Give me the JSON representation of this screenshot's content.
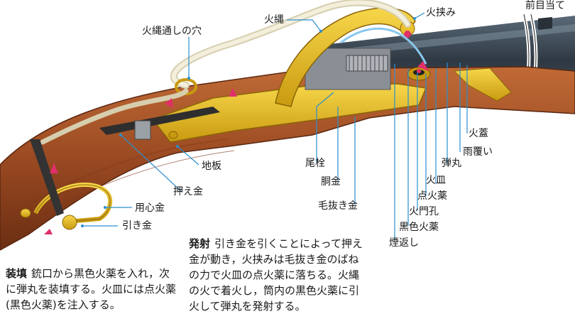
{
  "labels": {
    "hinawa": "火縄",
    "hibasami": "火挟み",
    "maemeate": "前目当て",
    "hinawa_toshi_ana": "火縄通しの穴",
    "hibuta": "火蓋",
    "amaooi": "雨覆い",
    "dangan": "弾丸",
    "hizara": "火皿",
    "tenka_yaku": "点火薬",
    "hikado_ko": "火門孔",
    "kokushoku_kayaku": "黒色火薬",
    "kemuri_gaeshi": "煙返し",
    "bisen": "尾栓",
    "jiita": "地板",
    "osae_gane": "押え金",
    "dougane": "胴金",
    "kenuki_gane": "毛抜き金",
    "youjin_gane": "用心金",
    "hiki_gane": "引き金"
  },
  "text": {
    "loading_title": "装填",
    "loading_body": "銃口から黒色火薬を入れ，次に弾丸を装填する。火皿には点火薬(黒色火薬)を注入する。",
    "firing_title": "発射",
    "firing_body": "引き金を引くことによって押え金が動き，火挟みは毛抜き金のばねの力で火皿の点火薬に落ちる。火縄の火で着火し，筒内の黒色火薬に引火して弾丸を発射する。"
  },
  "colors": {
    "stock": "#9a4a22",
    "stock_dark": "#6b2e12",
    "brass": "#e8b820",
    "brass_dark": "#a67a08",
    "barrel": "#3a4652",
    "leader": "#2a8fd0",
    "arrow": "#e0306a",
    "cord": "#e8e2c6"
  }
}
